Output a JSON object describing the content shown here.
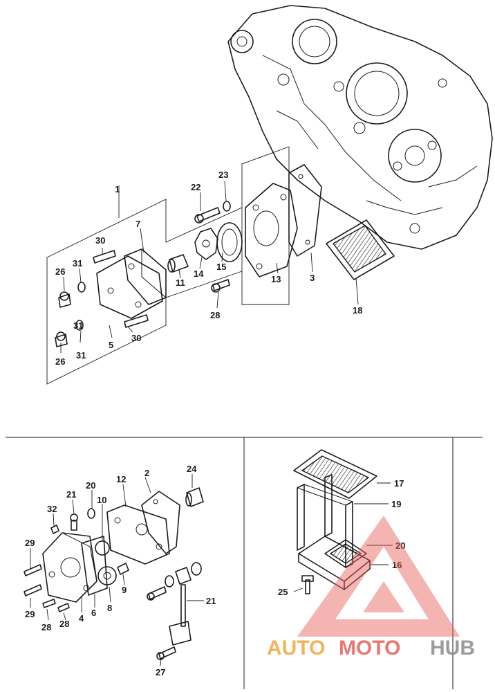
{
  "labels": {
    "l1": "1",
    "l2": "2",
    "l3": "3",
    "l4": "4",
    "l5": "5",
    "l6": "6",
    "l7": "7",
    "l8": "8",
    "l9": "9",
    "l10": "10",
    "l11": "11",
    "l12": "12",
    "l13": "13",
    "l14": "14",
    "l15": "15",
    "l16": "16",
    "l17": "17",
    "l18": "18",
    "l19": "19",
    "l20a": "20",
    "l20b": "20",
    "l21a": "21",
    "l21b": "21",
    "l22": "22",
    "l23": "23",
    "l24": "24",
    "l25": "25",
    "l26a": "26",
    "l26b": "26",
    "l27": "27",
    "l28a": "28",
    "l28b": "28",
    "l28c": "28",
    "l29a": "29",
    "l29b": "29",
    "l30a": "30",
    "l30b": "30",
    "l31a": "31",
    "l31b": "31",
    "l32": "32"
  },
  "watermark": {
    "part1": "AUTO",
    "part2": "MOTO",
    "part3": "HUB"
  },
  "colors": {
    "line": "#1a1a1a",
    "watermark_red": "#e8605a",
    "watermark_orange": "#f2a640",
    "watermark_gray": "#8a8a8a"
  }
}
